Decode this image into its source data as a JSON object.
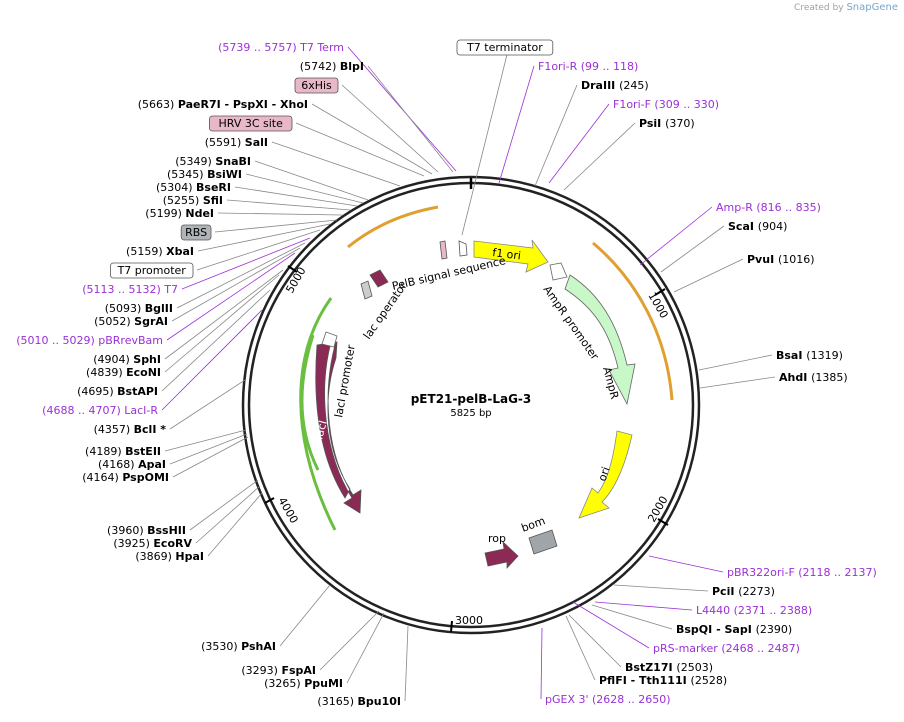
{
  "credit": {
    "created_by": "Created by",
    "brand": "SnapGene"
  },
  "plasmid": {
    "name": "pET21-pelB-LaG-3",
    "size": "5825 bp"
  },
  "ticks": [
    "1000",
    "2000",
    "3000",
    "4000",
    "5000"
  ],
  "colors": {
    "primer": "#9b30d6",
    "enzyme": "#000000",
    "leader": "#888888",
    "backbone": "#222222",
    "f1ori": "#ffff00",
    "amp": "#c8f7c8",
    "ori": "#ffff00",
    "lacI": "#8b2a55",
    "rop": "#8b2a55",
    "bom": "#a0a5aa",
    "box_pink": "#e8b8c8",
    "box_gray": "#b0b4b8"
  },
  "features_inner": {
    "f1ori": "f1 ori",
    "amp_promoter": "AmpR promoter",
    "ampR": "AmpR",
    "ori": "ori",
    "rop": "rop",
    "bom": "bom",
    "lacI": "lacI",
    "lacI_promoter": "lacI promoter",
    "lac_operator": "lac operator",
    "pelB": "PelB signal sequence"
  },
  "labels_left": [
    {
      "id": "t7term",
      "text": "(5739 .. 5757)  T7 Term",
      "kind": "primer"
    },
    {
      "id": "blpi",
      "pos": "(5742)",
      "name": "BlpI",
      "kind": "enzyme"
    },
    {
      "id": "his",
      "text": "6xHis",
      "kind": "box_pink"
    },
    {
      "id": "paer7i",
      "pos": "(5663)",
      "name": "PaeR7I  - PspXI  - XhoI",
      "kind": "enzyme"
    },
    {
      "id": "hrv",
      "text": "HRV 3C site",
      "kind": "box_pink"
    },
    {
      "id": "sali",
      "pos": "(5591)",
      "name": "SalI",
      "kind": "enzyme"
    },
    {
      "id": "snabi",
      "pos": "(5349)",
      "name": "SnaBI",
      "kind": "enzyme"
    },
    {
      "id": "bsiwi",
      "pos": "(5345)",
      "name": "BsiWI",
      "kind": "enzyme"
    },
    {
      "id": "bseri",
      "pos": "(5304)",
      "name": "BseRI",
      "kind": "enzyme"
    },
    {
      "id": "sfii",
      "pos": "(5255)",
      "name": "SfiI",
      "kind": "enzyme"
    },
    {
      "id": "ndei",
      "pos": "(5199)",
      "name": "NdeI",
      "kind": "enzyme"
    },
    {
      "id": "rbs",
      "text": "RBS",
      "kind": "box_gray"
    },
    {
      "id": "xbai",
      "pos": "(5159)",
      "name": "XbaI",
      "kind": "enzyme"
    },
    {
      "id": "t7prom",
      "text": "T7 promoter",
      "kind": "box_white"
    },
    {
      "id": "t7",
      "text": "(5113 .. 5132)  T7",
      "kind": "primer"
    },
    {
      "id": "bglii",
      "pos": "(5093)",
      "name": "BglII",
      "kind": "enzyme"
    },
    {
      "id": "sgrai",
      "pos": "(5052)",
      "name": "SgrAI",
      "kind": "enzyme"
    },
    {
      "id": "pbrrevbam",
      "text": "(5010 .. 5029)  pBRrevBam",
      "kind": "primer"
    },
    {
      "id": "sphi",
      "pos": "(4904)",
      "name": "SphI",
      "kind": "enzyme"
    },
    {
      "id": "econi",
      "pos": "(4839)",
      "name": "EcoNI",
      "kind": "enzyme"
    },
    {
      "id": "bstapi",
      "pos": "(4695)",
      "name": "BstAPI",
      "kind": "enzyme"
    },
    {
      "id": "lacir",
      "text": "(4688 .. 4707)  LacI-R",
      "kind": "primer"
    },
    {
      "id": "bcli",
      "pos": "(4357)",
      "name": "BclI *",
      "kind": "enzyme"
    },
    {
      "id": "bsteii",
      "pos": "(4189)",
      "name": "BstEII",
      "kind": "enzyme"
    },
    {
      "id": "apai",
      "pos": "(4168)",
      "name": "ApaI",
      "kind": "enzyme"
    },
    {
      "id": "psp",
      "pos": "(4164)",
      "name": "PspOMI",
      "kind": "enzyme"
    },
    {
      "id": "bsshii",
      "pos": "(3960)",
      "name": "BssHII",
      "kind": "enzyme"
    },
    {
      "id": "ecorv",
      "pos": "(3925)",
      "name": "EcoRV",
      "kind": "enzyme"
    },
    {
      "id": "hpai",
      "pos": "(3869)",
      "name": "HpaI",
      "kind": "enzyme"
    },
    {
      "id": "pshai",
      "pos": "(3530)",
      "name": "PshAI",
      "kind": "enzyme"
    },
    {
      "id": "fspai",
      "pos": "(3293)",
      "name": "FspAI",
      "kind": "enzyme"
    },
    {
      "id": "ppumi",
      "pos": "(3265)",
      "name": "PpuMI",
      "kind": "enzyme"
    },
    {
      "id": "bpu10i",
      "pos": "(3165)",
      "name": "Bpu10I",
      "kind": "enzyme"
    }
  ],
  "labels_right": [
    {
      "id": "t7terminator",
      "text": "T7 terminator",
      "kind": "box_white"
    },
    {
      "id": "f1orir",
      "text": "F1ori-R    (99 .. 118)",
      "kind": "primer"
    },
    {
      "id": "draiii",
      "name": "DraIII",
      "pos": "(245)",
      "kind": "enzyme"
    },
    {
      "id": "f1orif",
      "text": "F1ori-F    (309 .. 330)",
      "kind": "primer"
    },
    {
      "id": "psii",
      "name": "PsiI",
      "pos": "(370)",
      "kind": "enzyme"
    },
    {
      "id": "ampr",
      "text": "Amp-R    (816 .. 835)",
      "kind": "primer"
    },
    {
      "id": "scai",
      "name": "ScaI",
      "pos": "(904)",
      "kind": "enzyme"
    },
    {
      "id": "pvui",
      "name": "PvuI",
      "pos": "(1016)",
      "kind": "enzyme"
    },
    {
      "id": "bsai",
      "name": "BsaI",
      "pos": "(1319)",
      "kind": "enzyme"
    },
    {
      "id": "ahdi",
      "name": "AhdI",
      "pos": "(1385)",
      "kind": "enzyme"
    },
    {
      "id": "pbr322",
      "text": "pBR322ori-F    (2118 .. 2137)",
      "kind": "primer"
    },
    {
      "id": "pcii",
      "name": "PciI",
      "pos": "(2273)",
      "kind": "enzyme"
    },
    {
      "id": "l4440",
      "text": "L4440    (2371 .. 2388)",
      "kind": "primer"
    },
    {
      "id": "bspqi",
      "name": "BspQI  - SapI",
      "pos": "(2390)",
      "kind": "enzyme"
    },
    {
      "id": "prs",
      "text": "pRS-marker    (2468 .. 2487)",
      "kind": "primer"
    },
    {
      "id": "bstz17i",
      "name": "BstZ17I",
      "pos": "(2503)",
      "kind": "enzyme"
    },
    {
      "id": "pflfi",
      "name": "PflFI  - Tth111I",
      "pos": "(2528)",
      "kind": "enzyme"
    },
    {
      "id": "pgex",
      "text": "pGEX 3'    (2628 .. 2650)",
      "kind": "primer"
    }
  ]
}
